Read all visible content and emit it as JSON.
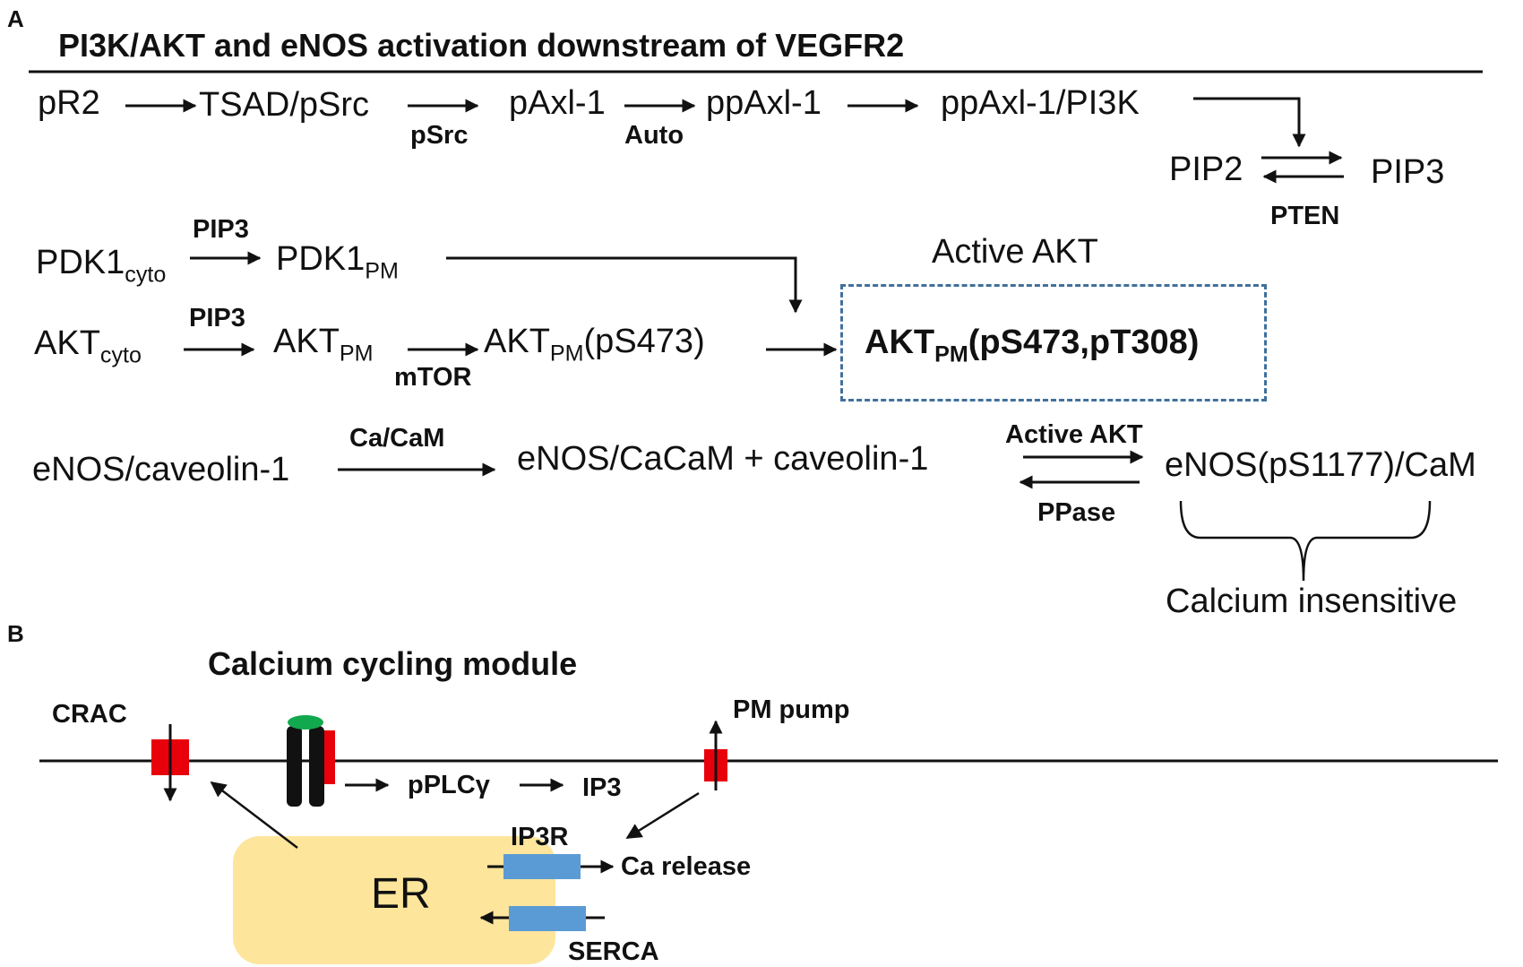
{
  "panel_a": {
    "letter": "A",
    "title": "PI3K/AKT and eNOS activation downstream of VEGFR2",
    "row1": {
      "pR2": "pR2",
      "tsad": "TSAD/pSrc",
      "psrc": "pSrc",
      "paxl": "pAxl-1",
      "auto": "Auto",
      "ppaxl": "ppAxl-1",
      "ppaxl_pi3k": "ppAxl-1/PI3K"
    },
    "pip": {
      "pip2": "PIP2",
      "pip3": "PIP3",
      "pten": "PTEN"
    },
    "pdk1": {
      "cyto_main": "PDK1",
      "cyto_sub": "cyto",
      "pip3": "PIP3",
      "pm_main": "PDK1",
      "pm_sub": "PM"
    },
    "akt": {
      "cyto_main": "AKT",
      "cyto_sub": "cyto",
      "pip3": "PIP3",
      "pm_main": "AKT",
      "pm_sub": "PM",
      "mtor": "mTOR",
      "ps473_main": "AKT",
      "ps473_sub": "PM",
      "ps473_tail": "(pS473)"
    },
    "active_akt": {
      "label": "Active AKT",
      "main": "AKT",
      "sub": "PM",
      "tail": "(pS473,pT308)"
    },
    "enos": {
      "caveolin": "eNOS/caveolin-1",
      "cacam_label": "Ca/CaM",
      "cacam_product": "eNOS/CaCaM + caveolin-1",
      "active_akt": "Active AKT",
      "ppase": "PPase",
      "ps1177": "eNOS(pS1177)/CaM",
      "calcium_insensitive": "Calcium insensitive"
    }
  },
  "panel_b": {
    "letter": "B",
    "title": "Calcium cycling module",
    "crac": "CRAC",
    "pm_pump": "PM pump",
    "pplcy": "pPLCγ",
    "ip3": "IP3",
    "ip3r": "IP3R",
    "ca_release": "Ca release",
    "er": "ER",
    "serca": "SERCA"
  },
  "colors": {
    "channel_red": "#e8000b",
    "receptor_black": "#111111",
    "ligand_green": "#12a84e",
    "er_fill": "#fde59b",
    "pump_blue": "#5b9bd5",
    "dashed_box": "#41719c"
  }
}
